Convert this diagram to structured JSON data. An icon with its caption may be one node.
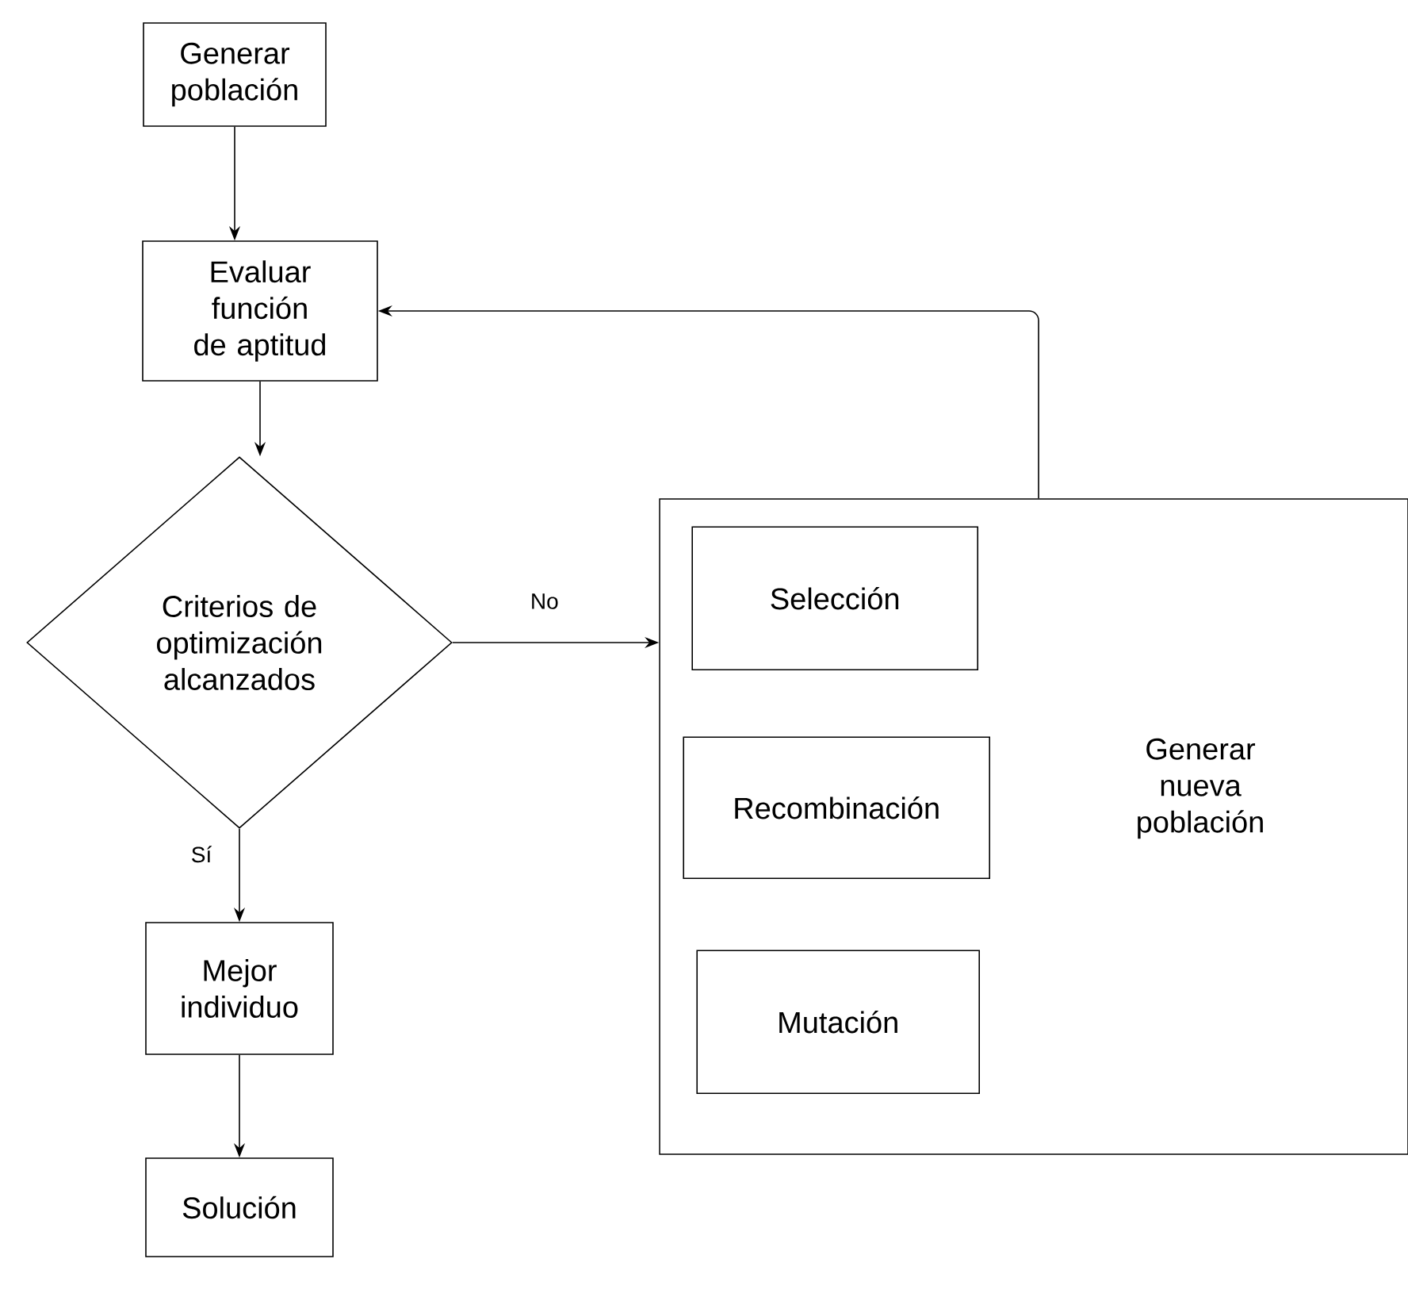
{
  "diagram": {
    "nodes": [
      {
        "text": [
          "Generar población"
        ]
      },
      {
        "text": [
          "Evaluar función de aptitud"
        ]
      },
      {
        "text": [
          "Criterios de optimización alcanzados"
        ]
      },
      {
        "text": [
          "Mejor individuo"
        ]
      },
      {
        "text": [
          "Solución"
        ]
      },
      {
        "text": [
          "Generar nueva población"
        ]
      },
      {
        "text": [
          "Selección"
        ],
        "in": 5
      },
      {
        "text": [
          "Recombinación"
        ],
        "in": 5
      },
      {
        "text": [
          "Mutación"
        ],
        "in": 5
      }
    ],
    "edges": [
      {
        "from": 0,
        "to": 1,
        "arrow": "to"
      },
      {
        "from": 1,
        "to": 2,
        "arrow": "to"
      },
      {
        "from": 2,
        "to": 5,
        "arrow": "to",
        "label": "No"
      },
      {
        "from": 2,
        "to": 3,
        "arrow": "to",
        "label": "Sí"
      },
      {
        "from": 3,
        "to": 4,
        "arrow": "to"
      },
      {
        "from": 5,
        "to": 1,
        "arrow": "to"
      }
    ]
  }
}
